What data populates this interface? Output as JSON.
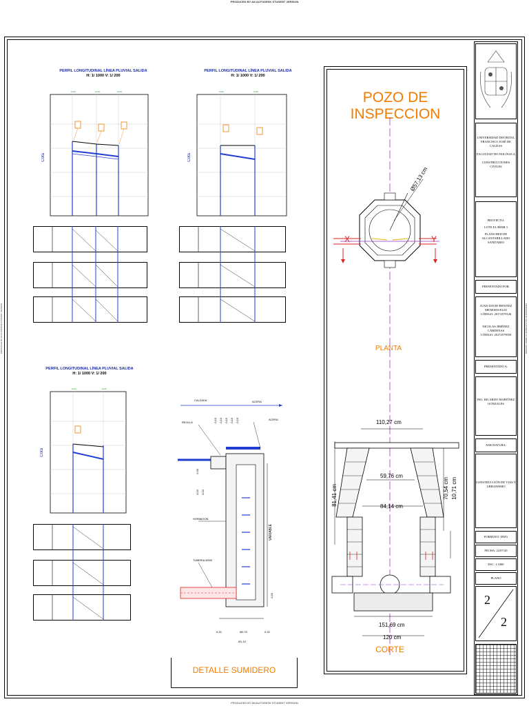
{
  "notes": {
    "top": "PRODUCED BY AN AUTODESK STUDENT VERSION",
    "bottom": "PRODUCED BY AN AUTODESK STUDENT VERSION"
  },
  "profiles": {
    "title": "PERFIL LONGITUDINAL LÍNEA PLUVIAL SALIDA",
    "scale": "H: 1/ 1000 V: 1/ 200",
    "axis_label": "Cota"
  },
  "pozo": {
    "title": "POZO DE INSPECCION",
    "diameter": "Ø57,13 cm",
    "x_label": "X",
    "y_label": "Y",
    "planta": "PLANTA",
    "corte": "CORTE",
    "dims": {
      "top_width": "110,27 cm",
      "height_left": "81,41 cm",
      "mid_width": "59,76 cm",
      "lower_width": "84,14 cm",
      "height_right1": "70,54 cm",
      "height_right2": "10,71 cm",
      "base_width": "151,69 cm",
      "base_inner": "120 cm"
    }
  },
  "sumidero": {
    "title": "DETALLE SUMIDERO",
    "calzada": "CALZADA",
    "acera_top": "ACERA",
    "acera": "ACERA",
    "rejilla": "REJILLA",
    "hormigon": "HORMIGON",
    "tuberia": "TUBERIA Ø300",
    "variable": "VARIABLE",
    "dims_bottom": [
      "0.20",
      "Ø0.70",
      "0.20"
    ],
    "dim_total": "Ø1.10",
    "dims_top": [
      "0.10",
      "0.10",
      "0.15",
      "0.15",
      "0.10"
    ],
    "dims_side": [
      "0.30",
      "0.15",
      "0.10"
    ],
    "dim_pipe": "0.20"
  },
  "titleblock": {
    "university": "UNIVERSIDAD DISTRITAL FRANCISCO JOSÉ DE CALDAS",
    "faculty": "FACULTAD TECNOLÓGICA",
    "program": "CONSTRUCCIONES CIVILES",
    "project_label": "PROYECTO:",
    "project": "LOTE EL REMI 3",
    "plan": "PLANO RED DE ALCANTARILLADO SANITARIO",
    "presented_by_label": "PRESENTADO POR:",
    "author1": "JUAN DAVID BENITEZ MENESES/ELIO",
    "code1": "CÓDIGO: 20172579126",
    "author2": "NICOLAS JIMÉNEZ CÁRDENAS",
    "code2": "CÓDIGO: 20172579059",
    "presented_to_label": "PRESENTADO A:",
    "professor": "ING. RICARDO MARTÍNEZ GONZALES",
    "subject_label": "ASIGNATURA:",
    "subject": "CONSTRUCCIÓN DE VIAS Y URBANISMO",
    "format": "FORMATO: DWG",
    "date": "FECHA: 22/07/20",
    "scale": "ESC: 1:1000",
    "plano_label": "PLANO",
    "sheet_num": "2",
    "sheet_total": "2"
  },
  "colors": {
    "accent_orange": "#f07c00",
    "title_blue": "#1b2aa0",
    "pipe_blue": "#1f3dd1",
    "axis_purple": "#9b30c8"
  }
}
